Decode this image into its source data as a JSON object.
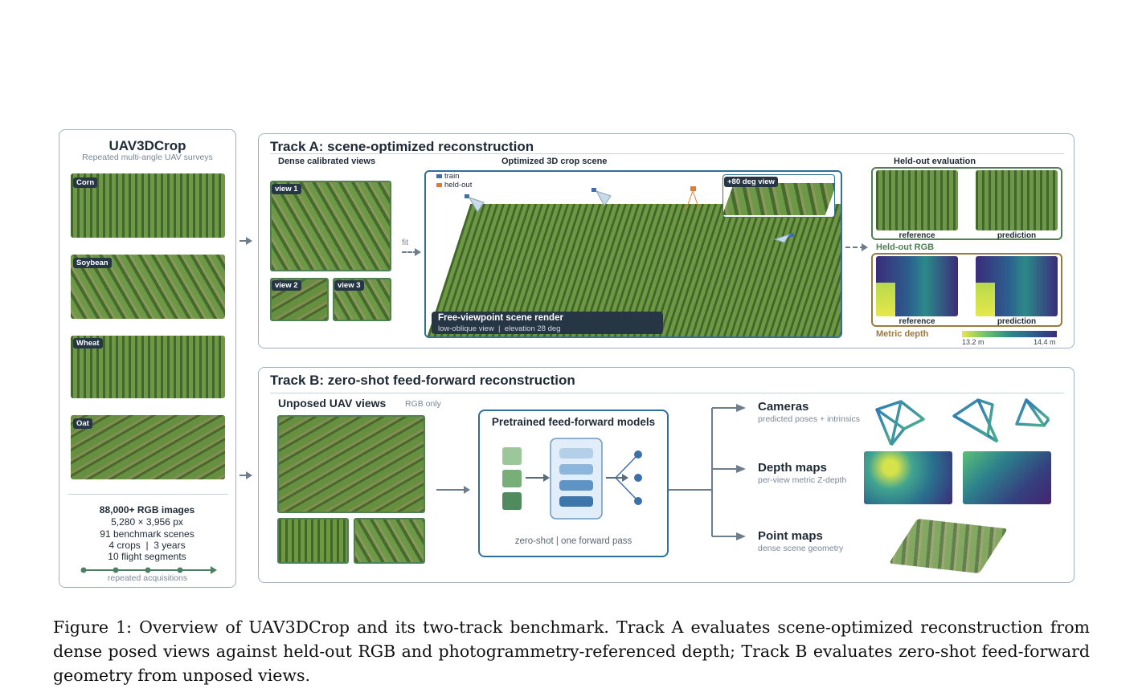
{
  "left_panel": {
    "title": "UAV3DCrop",
    "subtitle": "Repeated multi-angle UAV surveys",
    "crops": [
      "Corn",
      "Soybean",
      "Wheat",
      "Oat"
    ],
    "stats": {
      "images": "88,000+ RGB images",
      "resolution": "5,280 × 3,956 px",
      "scenes": "91 benchmark scenes",
      "crops_years": "4 crops  |  3 years",
      "segments": "10 flight segments"
    },
    "timeline_label": "repeated acquisitions"
  },
  "track_a": {
    "title": "Track A: scene-optimized reconstruction",
    "dense_label": "Dense calibrated views",
    "views": [
      "view 1",
      "view 2",
      "view 3"
    ],
    "fit_label": "fit",
    "scene_label": "Optimized 3D crop scene",
    "legend_train": "train",
    "legend_heldout": "held-out",
    "inset_label": "+80 deg view",
    "render_title": "Free-viewpoint scene render",
    "render_sub": "low-oblique view  |  elevation 28 deg",
    "eval_title": "Held-out evaluation",
    "reference": "reference",
    "prediction": "prediction",
    "heldout_rgb": "Held-out RGB",
    "metric_depth": "Metric depth",
    "depth_min": "13.2 m",
    "depth_max": "14.4 m"
  },
  "track_b": {
    "title": "Track B: zero-shot feed-forward reconstruction",
    "unposed_label": "Unposed UAV views",
    "rgb_only": "RGB only",
    "model_title": "Pretrained feed-forward models",
    "model_sub": "zero-shot | one forward pass",
    "outputs": [
      {
        "title": "Cameras",
        "sub": "predicted poses + intrinsics"
      },
      {
        "title": "Depth maps",
        "sub": "per-view metric Z-depth"
      },
      {
        "title": "Point maps",
        "sub": "dense scene geometry"
      }
    ]
  },
  "caption": "Figure 1: Overview of UAV3DCrop and its two-track benchmark. Track A evaluates scene-optimized reconstruction from dense posed views against held-out RGB and photogrammetry-referenced depth; Track B evaluates zero-shot feed-forward geometry from unposed views.",
  "colors": {
    "panel_border": "#9fb0c2",
    "heldout_rgb": "#4f7f52",
    "metric_depth": "#9b7a3d",
    "model_blue": "#2f6f9c",
    "train_marker": "#3d6fa8",
    "heldout_marker": "#e07b35"
  }
}
